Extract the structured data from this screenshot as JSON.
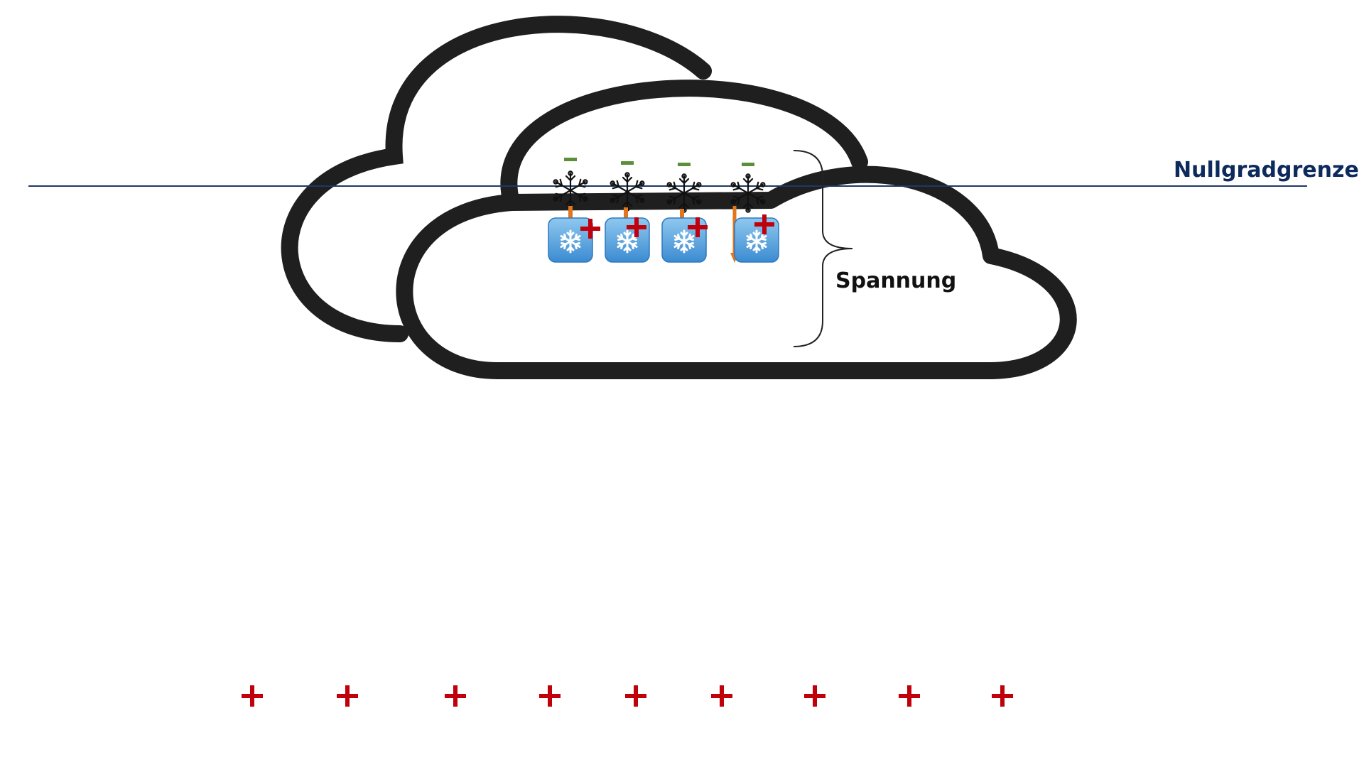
{
  "diagram": {
    "labels": {
      "freezing_level": "Nullgradgrenze",
      "voltage": "Spannung"
    },
    "icons": {
      "cloud": "cloud-outline-icon",
      "snowflake": "snowflake-icon",
      "ice_crystal_tile": "snowflake-tile-icon",
      "negative_charge": "minus-sign",
      "positive_charge": "plus-sign",
      "charge_transfer": "orange-arrow",
      "brace": "curly-brace"
    },
    "particle_count": 4,
    "ground_positive_charges": 9,
    "colors": {
      "cloud_outline": "#1f1f1f",
      "freezing_line": "#1f3864",
      "freezing_label": "#0d2a5c",
      "voltage_label": "#111111",
      "negative_charge": "#5b8f3a",
      "positive_charge": "#c0000a",
      "arrow": "#e2761c",
      "tile_top": "#8fc8ef",
      "tile_bottom": "#3b8bd1"
    }
  }
}
